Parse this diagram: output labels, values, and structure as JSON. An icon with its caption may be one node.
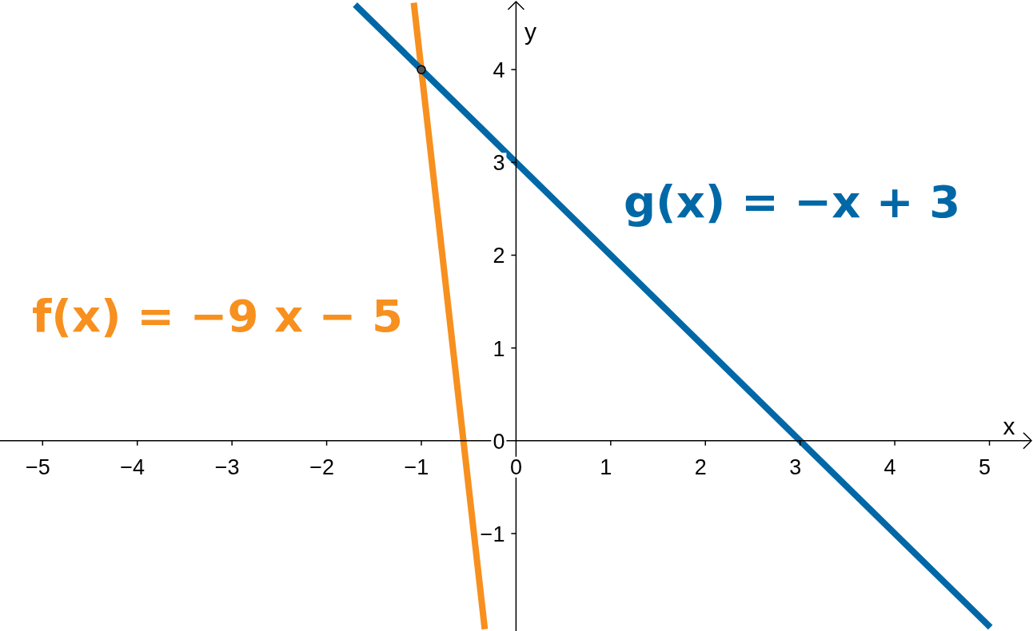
{
  "diagram": {
    "chart_data": {
      "type": "line",
      "xlabel": "x",
      "ylabel": "y",
      "x": [
        -1.7,
        -1.08,
        -1,
        -0.33,
        0,
        3,
        5.01
      ],
      "series": [
        {
          "name": "f(x) = −9 x − 5",
          "color": "#f7901e",
          "values": [
            null,
            4.72,
            4,
            -2.03,
            null,
            null,
            null
          ]
        },
        {
          "name": "g(x) = −x + 3",
          "color": "#0068a6",
          "values": [
            4.7,
            4.08,
            4,
            3.33,
            3,
            0,
            -2.01
          ]
        }
      ],
      "xlim": [
        -5.45,
        5.46
      ],
      "ylim": [
        -2.05,
        4.75
      ],
      "xticks": [
        {
          "value": -5,
          "label": "−5"
        },
        {
          "value": -4,
          "label": "−4"
        },
        {
          "value": -3,
          "label": "−3"
        },
        {
          "value": -2,
          "label": "−2"
        },
        {
          "value": -1,
          "label": "−1"
        },
        0,
        1,
        2,
        3,
        4,
        5
      ],
      "yticks": [
        {
          "value": -1,
          "label": "−1"
        },
        0,
        1,
        2,
        3,
        4
      ]
    }
  }
}
